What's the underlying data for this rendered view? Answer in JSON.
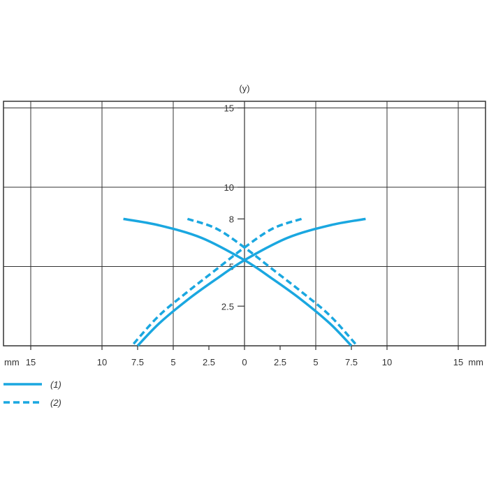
{
  "chart_data": {
    "type": "line",
    "title": "",
    "ylabel": "(y)",
    "xlabel_left": "mm",
    "xlabel_right": "mm",
    "xlim": [
      -17,
      17
    ],
    "ylim": [
      0,
      15.5
    ],
    "grid": true,
    "x_ticks": [
      {
        "value": -15,
        "label": "15"
      },
      {
        "value": -10,
        "label": "10"
      },
      {
        "value": -7.5,
        "label": "7.5"
      },
      {
        "value": -5,
        "label": "5"
      },
      {
        "value": -2.5,
        "label": "2.5"
      },
      {
        "value": 0,
        "label": "0"
      },
      {
        "value": 2.5,
        "label": "2.5"
      },
      {
        "value": 5,
        "label": "5"
      },
      {
        "value": 7.5,
        "label": "7.5"
      },
      {
        "value": 10,
        "label": "10"
      },
      {
        "value": 15,
        "label": "15"
      }
    ],
    "y_ticks": [
      {
        "value": 2.5,
        "label": "2.5"
      },
      {
        "value": 5,
        "label": "5"
      },
      {
        "value": 8,
        "label": "8"
      },
      {
        "value": 10,
        "label": "10"
      },
      {
        "value": 15,
        "label": "15"
      }
    ],
    "gridlines_x": [
      -15,
      -10,
      -5,
      0,
      5,
      10,
      15
    ],
    "gridlines_y": [
      5,
      10,
      15
    ],
    "series": [
      {
        "name": "(1)",
        "style": "solid",
        "color": "#1aa7e0",
        "curves": [
          [
            [
              -8.5,
              8.0
            ],
            [
              -6,
              7.6
            ],
            [
              -3,
              6.8
            ],
            [
              0,
              5.4
            ],
            [
              2,
              4.2
            ],
            [
              4,
              2.9
            ],
            [
              6,
              1.4
            ],
            [
              7.5,
              0.0
            ]
          ],
          [
            [
              8.5,
              8.0
            ],
            [
              6,
              7.6
            ],
            [
              3,
              6.8
            ],
            [
              0,
              5.4
            ],
            [
              -2,
              4.2
            ],
            [
              -4,
              2.9
            ],
            [
              -6,
              1.4
            ],
            [
              -7.5,
              0.0
            ]
          ]
        ]
      },
      {
        "name": "(2)",
        "style": "dashed",
        "color": "#1aa7e0",
        "curves": [
          [
            [
              -4,
              8.0
            ],
            [
              -2,
              7.4
            ],
            [
              0,
              6.2
            ],
            [
              2,
              4.8
            ],
            [
              4,
              3.4
            ],
            [
              6,
              1.9
            ],
            [
              7.9,
              0.0
            ]
          ],
          [
            [
              4,
              8.0
            ],
            [
              2,
              7.4
            ],
            [
              0,
              6.2
            ],
            [
              -2,
              4.8
            ],
            [
              -4,
              3.4
            ],
            [
              -6,
              1.9
            ],
            [
              -7.9,
              0.0
            ]
          ]
        ]
      }
    ]
  }
}
